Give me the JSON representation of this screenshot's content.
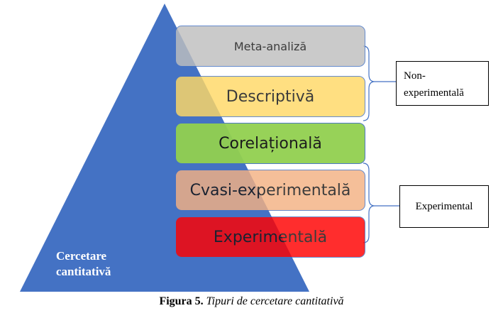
{
  "pyramid": {
    "base_label": "Cercetare cantitativă",
    "color": "#4472c4"
  },
  "levels": [
    {
      "label": "Meta-analiză",
      "color": "#bfbfbf"
    },
    {
      "label": "Descriptivă",
      "color": "#ffd966"
    },
    {
      "label": "Corelațională",
      "color": "#92d050"
    },
    {
      "label": "Cvasi-experimentală",
      "color": "#f4b183"
    },
    {
      "label": "Experimentală",
      "color": "#ff0000"
    }
  ],
  "groups": {
    "non_experimental": "Non-experimentală",
    "experimental": "Experimental"
  },
  "caption": {
    "number": "Figura 5.",
    "text": "Tipuri de cercetare cantitativă"
  }
}
